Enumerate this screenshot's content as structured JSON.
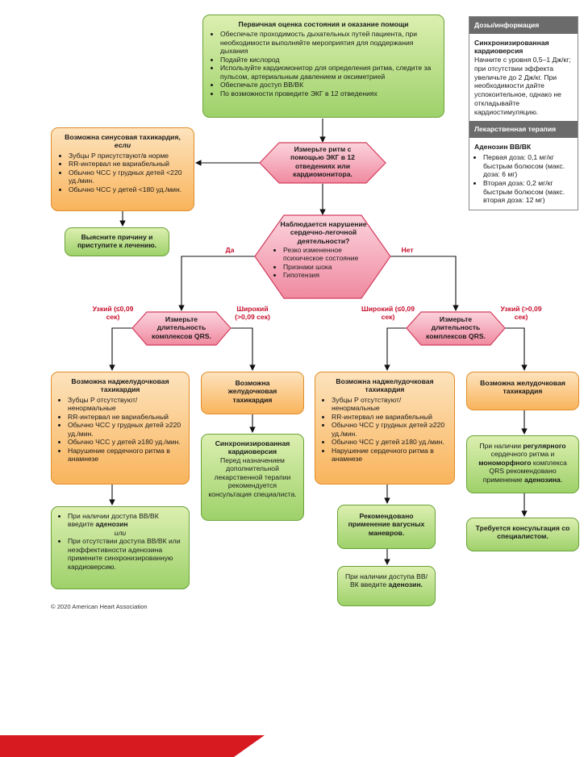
{
  "initial": {
    "title": "Первичная оценка состояния и оказание помощи",
    "items": [
      "Обеспечьте проходимость дыхательных путей пациента, при необходимости выполняйте мероприятия для поддержания дыхания",
      "Подайте кислород",
      "Используйте кардиомонитор для определения ритма, следите за пульсом, артериальным давлением и оксиметрией",
      "Обеспечьте доступ ВВ/ВК",
      "По возможности проведите ЭКГ в 12 отведениях"
    ]
  },
  "measure_rhythm": "Измерьте ритм с помощью ЭКГ в 12 отведениях или кардиомонитора.",
  "sinus": {
    "title_a": "Возможна синусовая тахикардия, ",
    "title_b": "если",
    "items": [
      "Зубцы P присутствуют/в норме",
      "RR-интервал не вариабельный",
      "Обычно ЧСС у грудных детей <220 уд./мин.",
      "Обычно ЧСС у детей <180 уд./мин."
    ]
  },
  "find_cause": "Выясните причину и приступите к лечению.",
  "compromise": {
    "title": "Наблюдается нарушение сердечно-легочной деятельности?",
    "items": [
      "Резко измененное психическое состояние",
      "Признаки шока",
      "Гипотензия"
    ]
  },
  "yes_label": "Да",
  "no_label": "Нет",
  "narrow_label": "Узкий (≤0,09 сек)",
  "wide_label": "Широкий (>0,09 сек)",
  "wide_label_right": "Широкий (≤0,09 сек)",
  "narrow_label_right": "Узкий (>0,09 сек)",
  "measure_qrs": "Измерьте длительность комплексов QRS.",
  "svt": {
    "title": "Возможна наджелудочковая тахикардия",
    "items": [
      "Зубцы P отсутствуют/ ненормальные",
      "RR-интервал не вариабельный",
      "Обычно ЧСС у грудных детей ≥220 уд./мин.",
      "Обычно ЧСС у детей ≥180 уд./мин.",
      "Нарушение сердечного ритма в анамнезе"
    ]
  },
  "vt": {
    "title": "Возможна желудочковая тахикардия"
  },
  "sync_cardio": {
    "title": "Синхронизированная кардиоверсия",
    "text": "Перед назначением дополнительной лекарственной терапии рекомендуется консультация специалиста."
  },
  "adenosine_left": {
    "item1_a": "При наличии доступа ВВ/ВК введите ",
    "item1_b": "аденозин",
    "or": "или",
    "item2": "При отсутствии доступа ВВ/ВК или неэффективности аденозина примените синхронизированную кардиоверсию."
  },
  "vagal": "Рекомендовано применение вагусных маневров.",
  "adenosine_right": {
    "a": "При наличии доступа ВВ/ВК введите ",
    "b": "аденозин."
  },
  "regular": {
    "p1": "При наличии ",
    "p2": "регулярного",
    "p3": " сердечного ритма и ",
    "p4": "мономорфного",
    "p5": " комплекса QRS рекомендовано применение ",
    "p6": "аденозина",
    "p7": "."
  },
  "consult": "Требуется консультация со специалистом.",
  "side": {
    "hdr1": "Дозы/информация",
    "sync_title": "Синхронизированная кардиоверсия",
    "sync_text": "Начните с уровня 0,5–1 Дж/кг; при отсутствии эффекта увеличьте до 2 Дж/кг. При необходимости дайте успокоительное, однако не откладывайте кардиостимуляцию.",
    "hdr2": "Лекарственная терапия",
    "drug_title": "Аденозин ВВ/ВК",
    "drug_items": [
      "Первая доза: 0,1 мг/кг быстрым болюсом (макс. доза: 6 мг)",
      "Вторая доза: 0,2 мг/кг быстрым болюсом (макс. вторая доза: 12 мг)"
    ]
  },
  "copyright": "© 2020 American Heart Association",
  "colors": {
    "green": "#9ed16a",
    "orange": "#f9b45c",
    "pink": "#f4a3b3",
    "red_label": "#c8102e",
    "footer_red": "#d71920"
  }
}
